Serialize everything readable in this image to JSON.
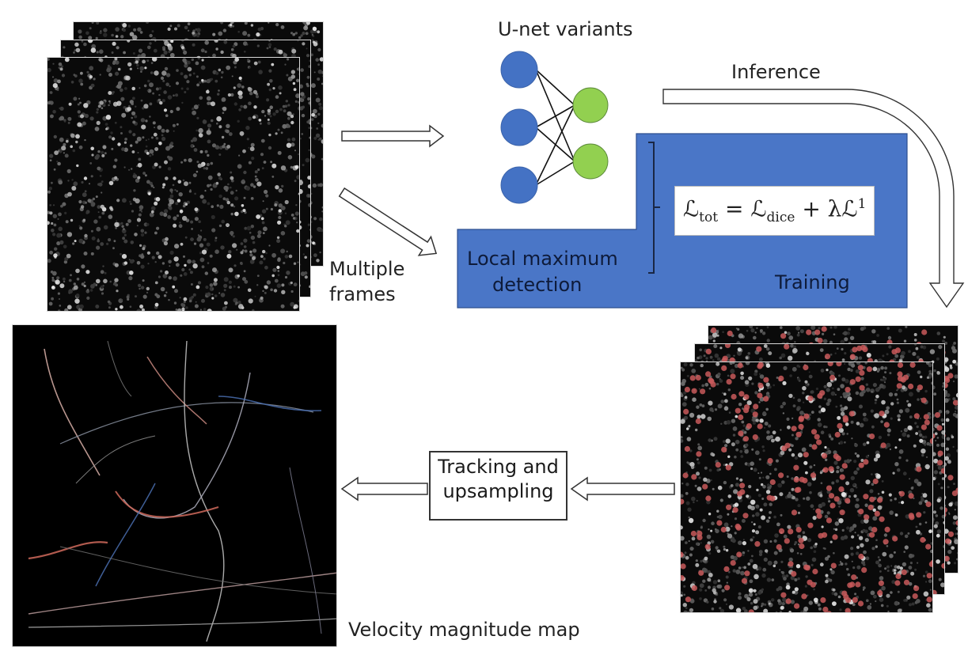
{
  "title": "Deep-learning ultrasound localization microscopy pipeline",
  "labels": {
    "unet_variants": "U-net variants",
    "inference": "Inference",
    "multiple_frames_line1": "Multiple",
    "multiple_frames_line2": "frames",
    "local_max_line1": "Local maximum",
    "local_max_line2": "detection",
    "training": "Training",
    "tracking_line1": "Tracking and",
    "tracking_line2": "upsampling",
    "velocity_map": "Velocity magnitude map"
  },
  "formula": {
    "lhs": "ℒ",
    "lhs_sub": "tot",
    "eq": " = ",
    "term1": "ℒ",
    "term1_sub": "dice",
    "plus": " + λℒ",
    "term2_sup": "1"
  },
  "network": {
    "input_nodes": 3,
    "output_nodes": 2,
    "input_color": "#4472c4",
    "output_color": "#92d050"
  },
  "colors": {
    "training_box": "#4a76c7",
    "bubble_marker": "#c8595a",
    "velocity_positive": "#d06a5c",
    "velocity_negative": "#4a6fb0"
  }
}
